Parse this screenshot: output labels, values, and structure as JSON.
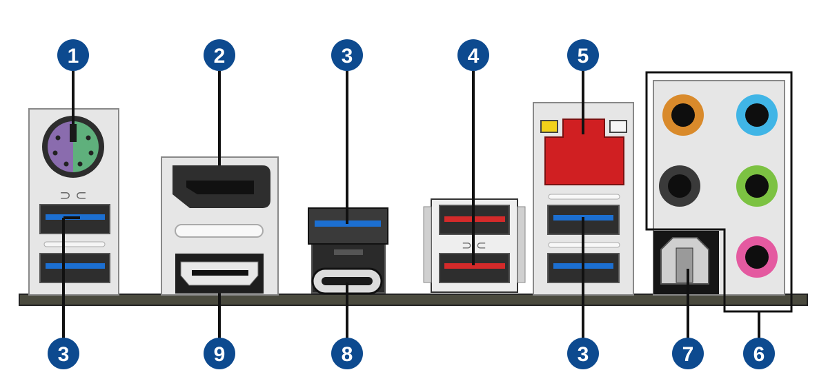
{
  "callouts": [
    {
      "id": "c1",
      "number": "1",
      "port": "ps2-combo-port"
    },
    {
      "id": "c2",
      "number": "2",
      "port": "displayport"
    },
    {
      "id": "c3a",
      "number": "3",
      "port": "usb-3-top-middle"
    },
    {
      "id": "c4",
      "number": "4",
      "port": "usb-red-stack"
    },
    {
      "id": "c5",
      "number": "5",
      "port": "lan-rj45-port"
    },
    {
      "id": "c3b",
      "number": "3",
      "port": "usb-3-left-stack"
    },
    {
      "id": "c9",
      "number": "9",
      "port": "hdmi-port"
    },
    {
      "id": "c8",
      "number": "8",
      "port": "usb-type-c-port"
    },
    {
      "id": "c3c",
      "number": "3",
      "port": "usb-3-lan-stack"
    },
    {
      "id": "c7",
      "number": "7",
      "port": "optical-spdif-out"
    },
    {
      "id": "c6",
      "number": "6",
      "port": "audio-jacks"
    }
  ],
  "colors": {
    "callout_fill": "#0d4a8f",
    "ps2_mouse": "#8a6cae",
    "ps2_keyboard": "#5fb07c",
    "usb3_blue": "#1c6fd1",
    "usb_red": "#d42a2a",
    "lan_red": "#d01f22",
    "audio_orange": "#d98a2b",
    "audio_blue": "#40b5e6",
    "audio_black": "#3a3a3a",
    "audio_green": "#7cc242",
    "audio_pink": "#e45aa0",
    "board": "#4a4a3e",
    "panel": "#e4e4e4"
  }
}
